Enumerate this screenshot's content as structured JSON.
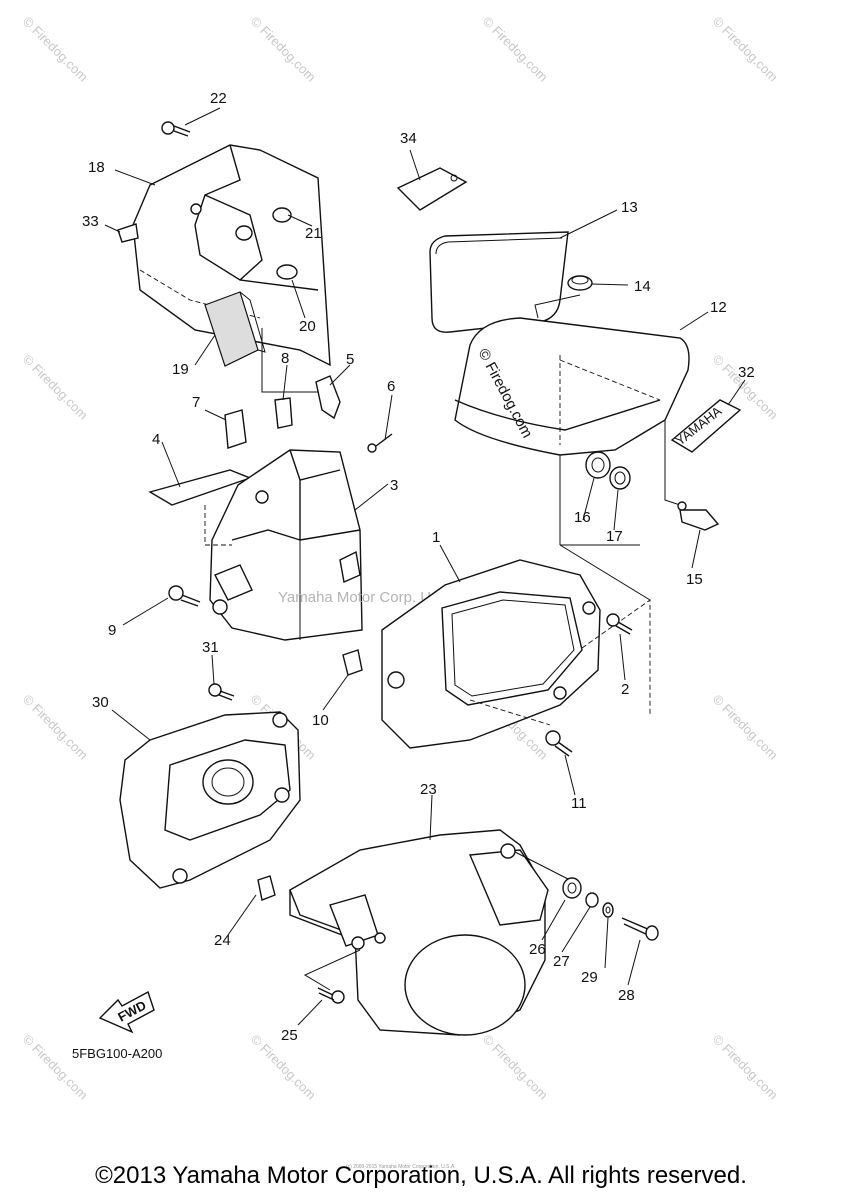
{
  "diagram": {
    "reference_code": "5FBG100-A200",
    "fwd_label": "FWD",
    "yamaha_decal": "YAMAHA",
    "tank_watermark": "© Firedog.com",
    "center_watermark": "Yamaha Motor Corp. U.S.A.",
    "corner_watermark": "© Firedog.com",
    "fine_print": "(c) 2000-2015 Yamaha Motor Corporation, U.S.A.",
    "copyright": "©2013 Yamaha Motor Corporation, U.S.A. All rights reserved.",
    "parts": [
      {
        "label": "1"
      },
      {
        "label": "2"
      },
      {
        "label": "3"
      },
      {
        "label": "4"
      },
      {
        "label": "5"
      },
      {
        "label": "6"
      },
      {
        "label": "7"
      },
      {
        "label": "8"
      },
      {
        "label": "9"
      },
      {
        "label": "10"
      },
      {
        "label": "11"
      },
      {
        "label": "12"
      },
      {
        "label": "13"
      },
      {
        "label": "14"
      },
      {
        "label": "15"
      },
      {
        "label": "16"
      },
      {
        "label": "17"
      },
      {
        "label": "18"
      },
      {
        "label": "19"
      },
      {
        "label": "20"
      },
      {
        "label": "21"
      },
      {
        "label": "22"
      },
      {
        "label": "23"
      },
      {
        "label": "24"
      },
      {
        "label": "25"
      },
      {
        "label": "26"
      },
      {
        "label": "27"
      },
      {
        "label": "28"
      },
      {
        "label": "29"
      },
      {
        "label": "30"
      },
      {
        "label": "31"
      },
      {
        "label": "32"
      },
      {
        "label": "33"
      },
      {
        "label": "34"
      }
    ]
  }
}
